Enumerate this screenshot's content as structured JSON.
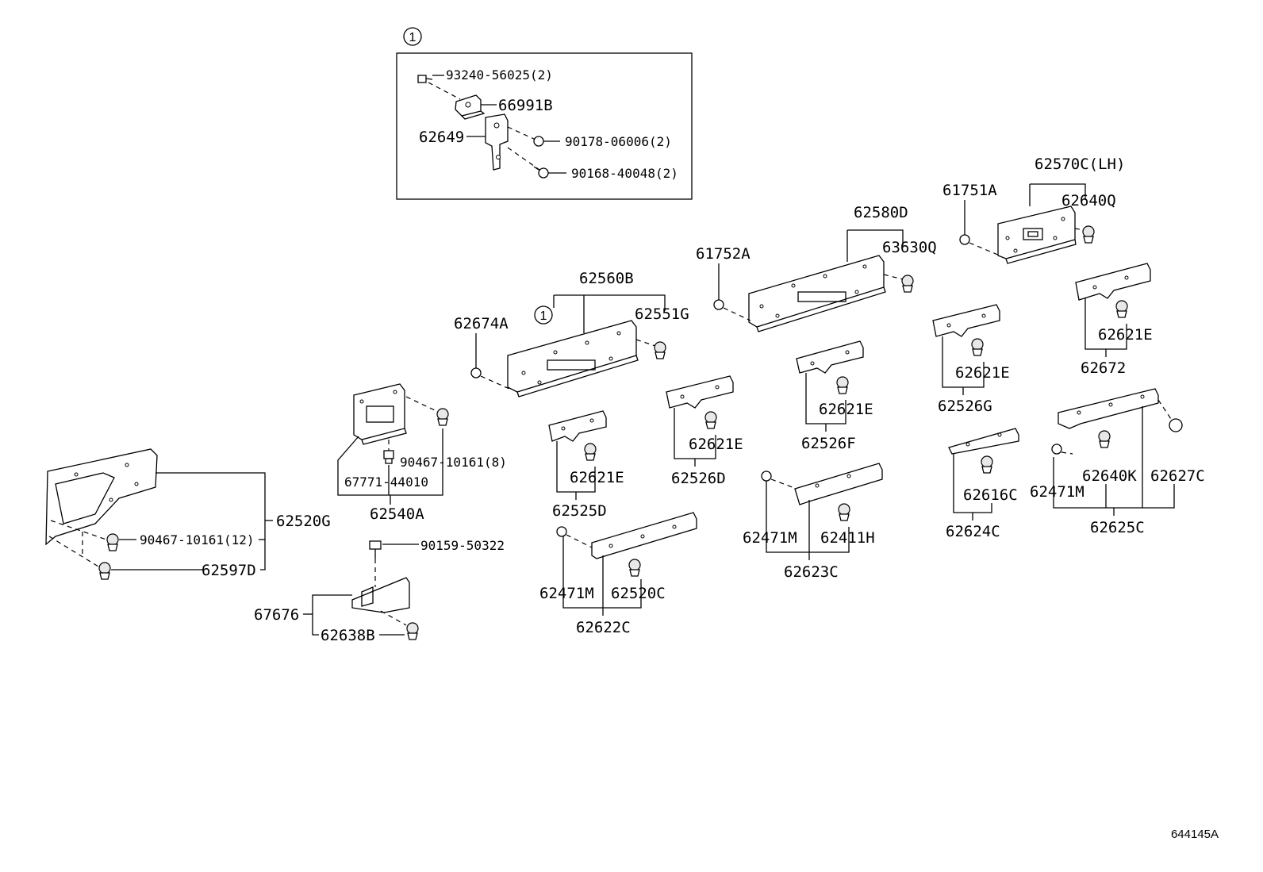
{
  "callouts": [
    {
      "key": "c1",
      "text": "1"
    },
    {
      "key": "c2",
      "text": "1"
    }
  ],
  "labels": [
    {
      "key": "l93240",
      "text": "93240-56025(2)"
    },
    {
      "key": "l66991B",
      "text": "66991B"
    },
    {
      "key": "l62649",
      "text": "62649"
    },
    {
      "key": "l90178",
      "text": "90178-06006(2)"
    },
    {
      "key": "l90168",
      "text": "90168-40048(2)"
    },
    {
      "key": "l62570C",
      "text": "62570C(LH)"
    },
    {
      "key": "l61751A",
      "text": "61751A"
    },
    {
      "key": "l62640Q",
      "text": "62640Q"
    },
    {
      "key": "l62580D",
      "text": "62580D"
    },
    {
      "key": "l61752A",
      "text": "61752A"
    },
    {
      "key": "l63630Q",
      "text": "63630Q"
    },
    {
      "key": "l62560B",
      "text": "62560B"
    },
    {
      "key": "l62674A",
      "text": "62674A"
    },
    {
      "key": "l62551G",
      "text": "62551G"
    },
    {
      "key": "l62621E_a",
      "text": "62621E"
    },
    {
      "key": "l62672",
      "text": "62672"
    },
    {
      "key": "l62621E_b",
      "text": "62621E"
    },
    {
      "key": "l62526G",
      "text": "62526G"
    },
    {
      "key": "l62621E_c",
      "text": "62621E"
    },
    {
      "key": "l62526F",
      "text": "62526F"
    },
    {
      "key": "l62621E_d",
      "text": "62621E"
    },
    {
      "key": "l62526D",
      "text": "62526D"
    },
    {
      "key": "l62621E_e",
      "text": "62621E"
    },
    {
      "key": "l62525D",
      "text": "62525D"
    },
    {
      "key": "l90467_8",
      "text": "90467-10161(8)"
    },
    {
      "key": "l67771",
      "text": "67771-44010"
    },
    {
      "key": "l62540A",
      "text": "62540A"
    },
    {
      "key": "l62520G",
      "text": "62520G"
    },
    {
      "key": "l90467_12",
      "text": "90467-10161(12)"
    },
    {
      "key": "l62597D",
      "text": "62597D"
    },
    {
      "key": "l90159",
      "text": "90159-50322"
    },
    {
      "key": "l67676",
      "text": "67676"
    },
    {
      "key": "l62638B",
      "text": "62638B"
    },
    {
      "key": "l62471M_a",
      "text": "62471M"
    },
    {
      "key": "l62520C",
      "text": "62520C"
    },
    {
      "key": "l62622C",
      "text": "62622C"
    },
    {
      "key": "l62471M_b",
      "text": "62471M"
    },
    {
      "key": "l62411H",
      "text": "62411H"
    },
    {
      "key": "l62623C",
      "text": "62623C"
    },
    {
      "key": "l62616C",
      "text": "62616C"
    },
    {
      "key": "l62624C",
      "text": "62624C"
    },
    {
      "key": "l62471M_c",
      "text": "62471M"
    },
    {
      "key": "l62640K",
      "text": "62640K"
    },
    {
      "key": "l62627C",
      "text": "62627C"
    },
    {
      "key": "l62625C",
      "text": "62625C"
    }
  ],
  "diagram_id": "644145A"
}
